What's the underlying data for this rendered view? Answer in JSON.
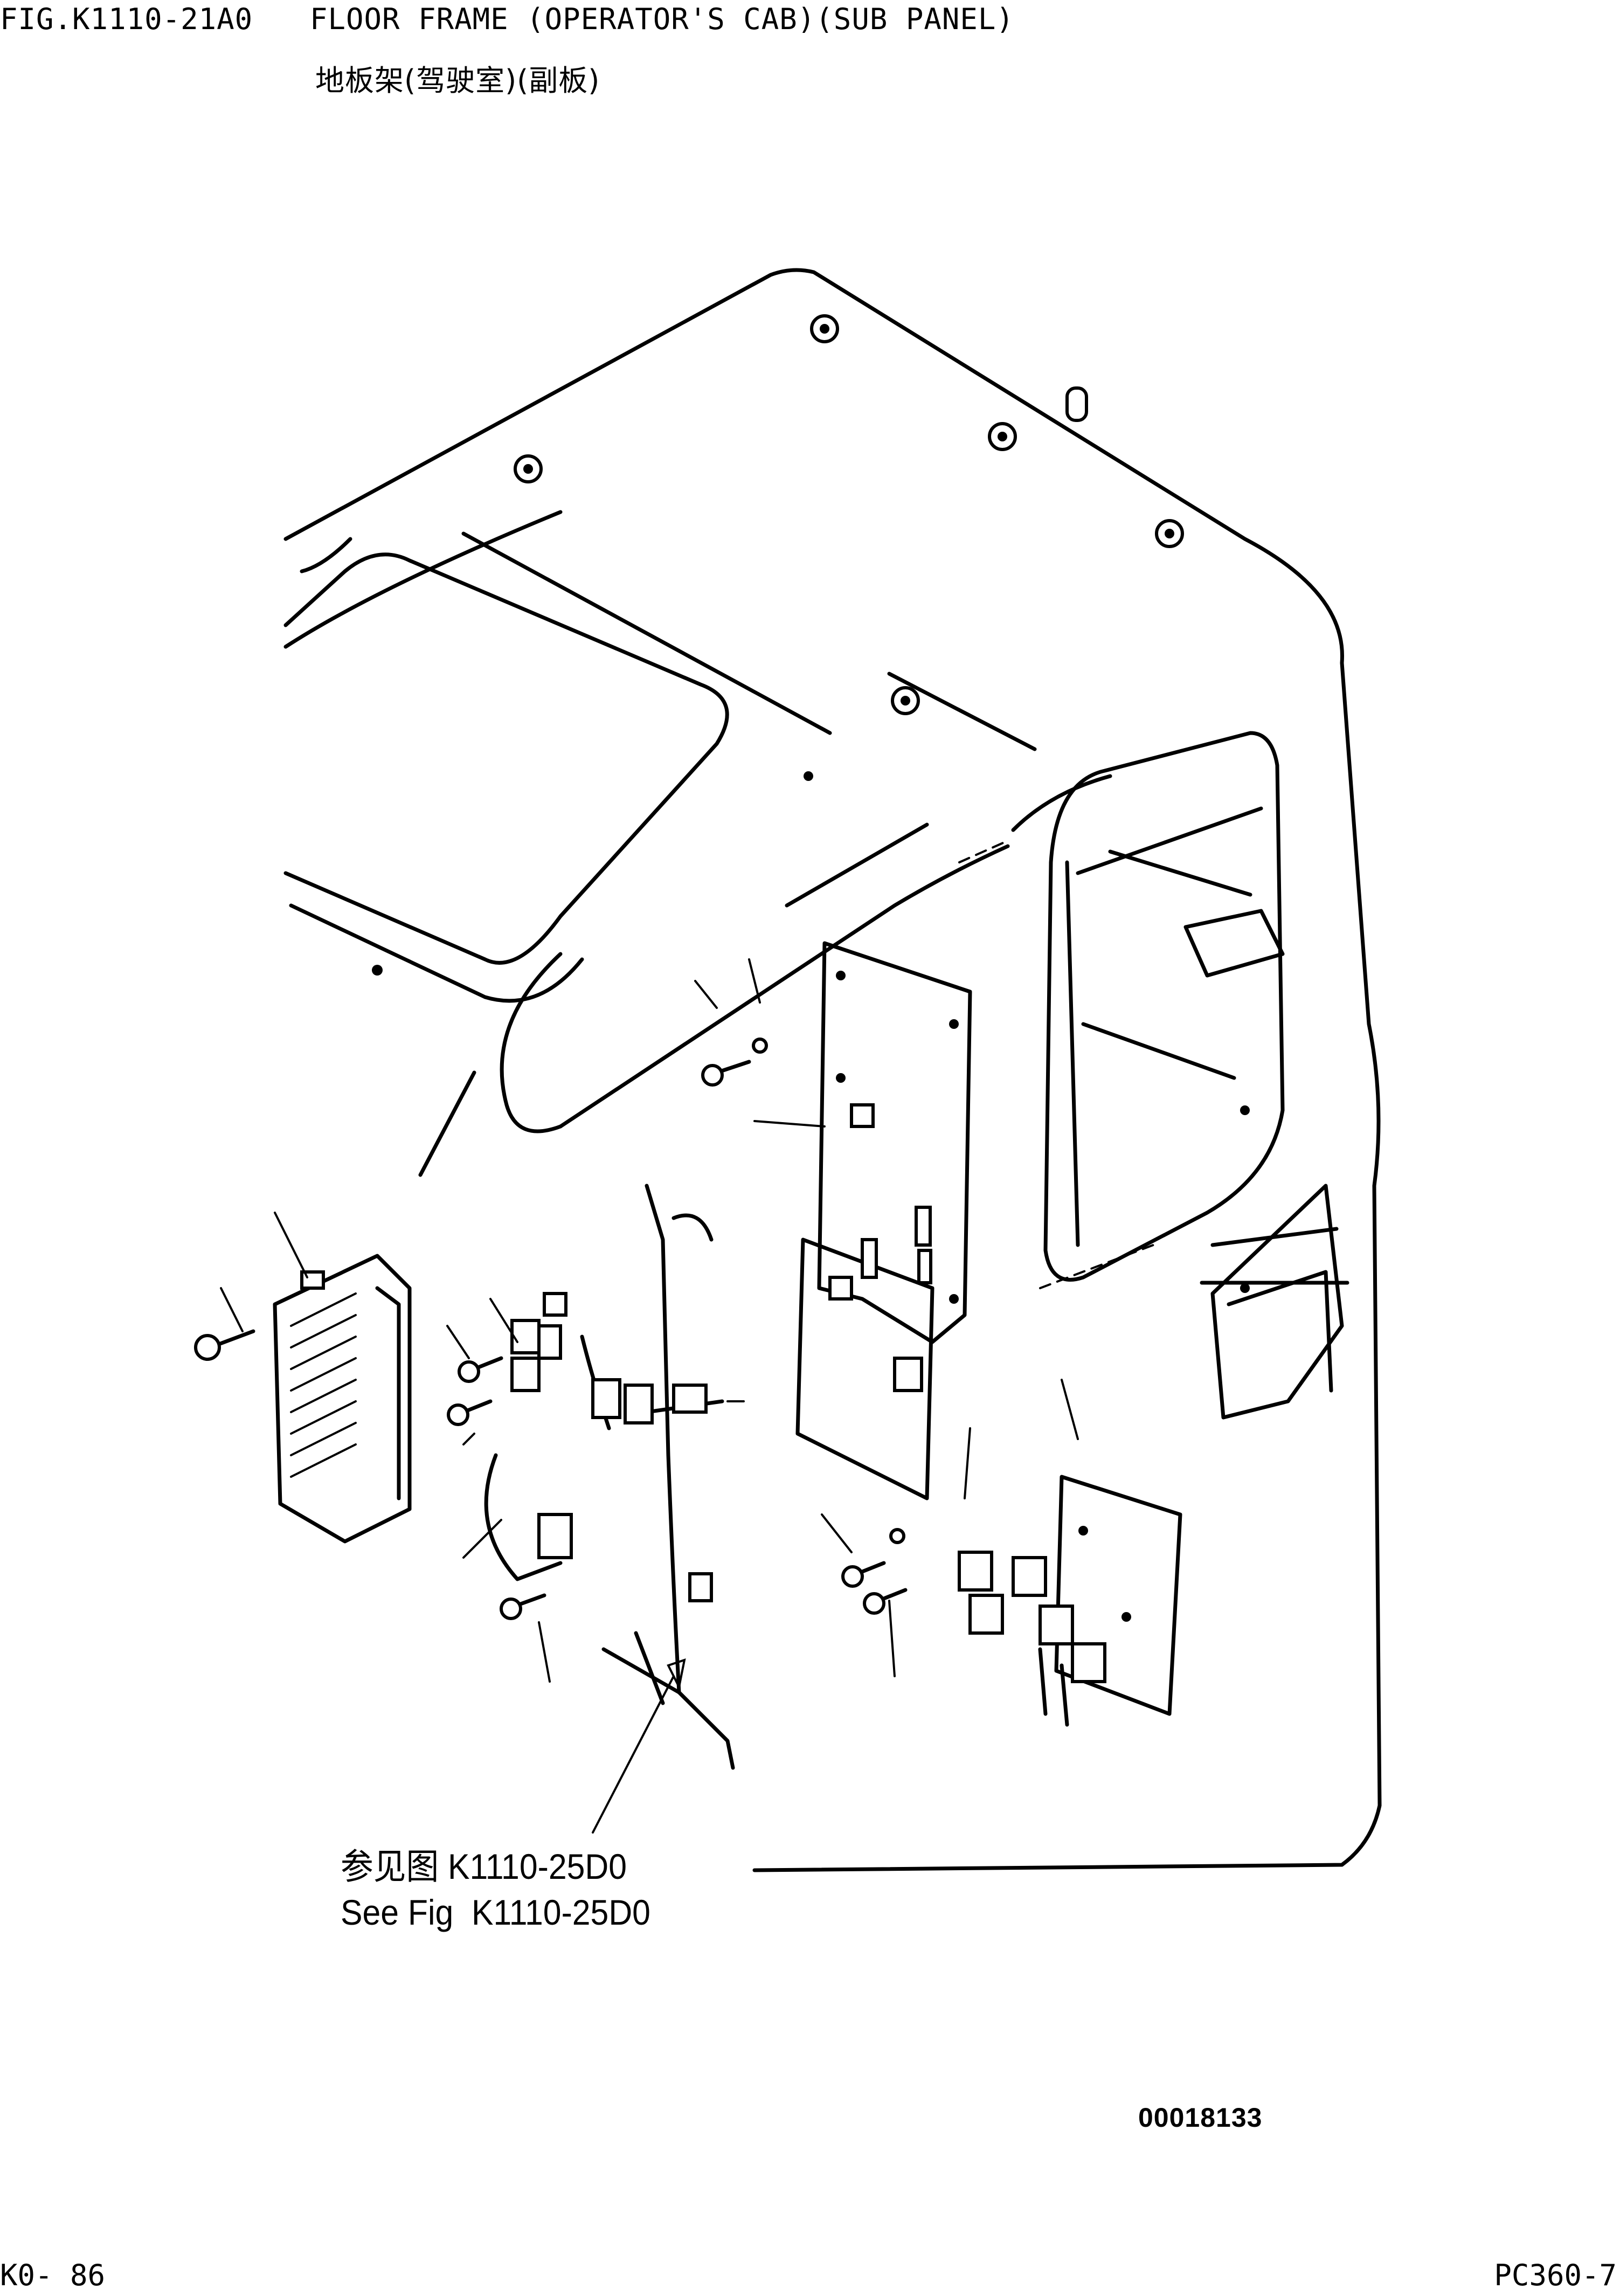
{
  "header": {
    "fig_code": "FIG.K1110-21A0",
    "fig_title": "FLOOR FRAME (OPERATOR'S CAB)(SUB PANEL)",
    "fig_title_cn": "地板架(驾驶室)(副板)"
  },
  "reference": {
    "cn": "参见图 K1110-25D0",
    "en": "See Fig  K1110-25D0"
  },
  "image_number": "00018133",
  "footer": {
    "page": "K0- 86",
    "model": "PC360-7"
  }
}
